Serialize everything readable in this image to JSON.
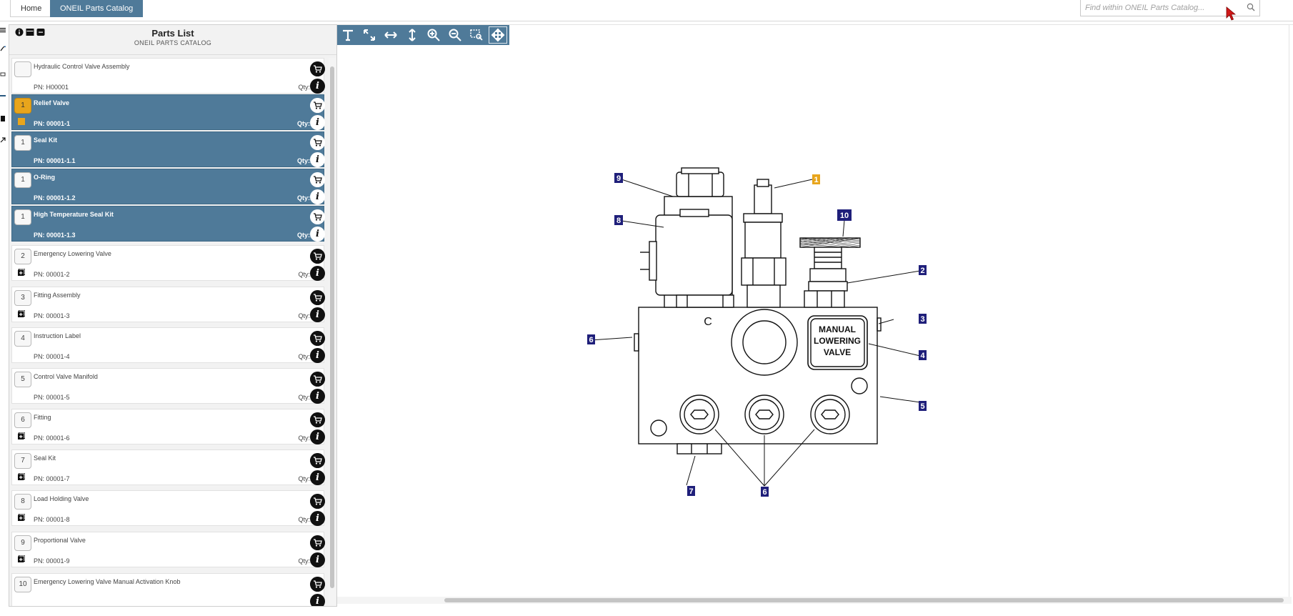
{
  "breadcrumb": {
    "home": "Home",
    "catalog": "ONEIL Parts Catalog"
  },
  "search": {
    "placeholder": "Find within ONEIL Parts Catalog..."
  },
  "panel": {
    "title": "Parts List",
    "subtitle": "ONEIL PARTS CATALOG"
  },
  "parts": [
    {
      "num": "",
      "name": "Hydraulic Control Valve Assembly",
      "pn": "PN: H00001",
      "qty": "Qty:1"
    },
    {
      "num": "1",
      "name": "Relief Valve",
      "pn": "PN: 00001-1",
      "qty": "Qty:1"
    },
    {
      "num": "1",
      "name": "Seal Kit",
      "pn": "PN: 00001-1.1",
      "qty": "Qty:1"
    },
    {
      "num": "1",
      "name": "O-Ring",
      "pn": "PN: 00001-1.2",
      "qty": "Qty:1"
    },
    {
      "num": "1",
      "name": "High Temperature Seal Kit",
      "pn": "PN: 00001-1.3",
      "qty": "Qty:1"
    },
    {
      "num": "2",
      "name": "Emergency Lowering Valve",
      "pn": "PN: 00001-2",
      "qty": "Qty:1"
    },
    {
      "num": "3",
      "name": "Fitting Assembly",
      "pn": "PN: 00001-3",
      "qty": "Qty:1"
    },
    {
      "num": "4",
      "name": "Instruction Label",
      "pn": "PN: 00001-4",
      "qty": "Qty:1"
    },
    {
      "num": "5",
      "name": "Control Valve Manifold",
      "pn": "PN: 00001-5",
      "qty": "Qty:1"
    },
    {
      "num": "6",
      "name": "Fitting",
      "pn": "PN: 00001-6",
      "qty": "Qty:6"
    },
    {
      "num": "7",
      "name": "Seal Kit",
      "pn": "PN: 00001-7",
      "qty": "Qty:1"
    },
    {
      "num": "8",
      "name": "Load Holding Valve",
      "pn": "PN: 00001-8",
      "qty": "Qty:1"
    },
    {
      "num": "9",
      "name": "Proportional Valve",
      "pn": "PN: 00001-9",
      "qty": "Qty:1"
    },
    {
      "num": "10",
      "name": "Emergency Lowering Valve Manual Activation Knob",
      "pn": "",
      "qty": ""
    }
  ],
  "info_glyph": "i",
  "diagram": {
    "label_lines": [
      "MANUAL",
      "LOWERING",
      "VALVE"
    ],
    "casting_mark": "C",
    "callouts": [
      "9",
      "1",
      "8",
      "10",
      "2",
      "3",
      "6",
      "4",
      "5",
      "7",
      "6"
    ]
  },
  "colors": {
    "accent": "#4f7a99",
    "highlight": "#e8a51c",
    "callout": "#1f1f7a"
  },
  "toolbar_icons": [
    "text-tool-icon",
    "fit-icon",
    "fit-width-icon",
    "fit-height-icon",
    "zoom-in-icon",
    "zoom-out-icon",
    "zoom-area-icon",
    "pan-icon"
  ]
}
